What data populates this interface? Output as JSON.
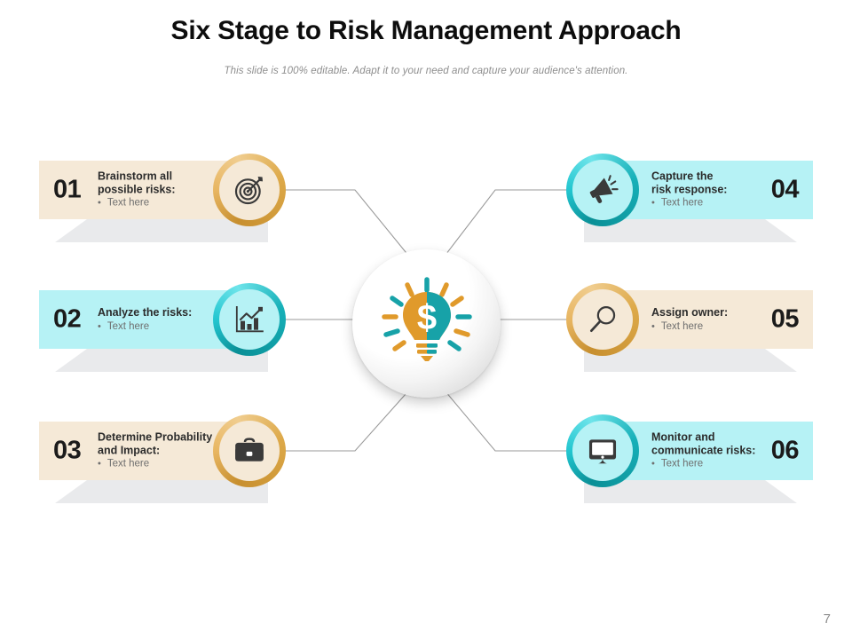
{
  "header": {
    "title": "Six Stage to Risk Management Approach",
    "subtitle": "This slide is 100% editable. Adapt it to your need and capture your audience's attention."
  },
  "center": {
    "icon": "lightbulb-dollar-idea-icon",
    "colors": {
      "bulb_left": "#E09A2B",
      "bulb_right": "#17A2A8"
    }
  },
  "colors": {
    "beige": "#F5E9D7",
    "cyan": "#B6F2F5",
    "gold_ring": "#DDA949",
    "teal_ring": "#17B0B8",
    "connector": "#9a9a9a",
    "text_dark": "#2B2B2B",
    "text_muted": "#6F6F6F"
  },
  "stages": [
    {
      "number": "01",
      "heading": "Brainstorm all\npossible risks:",
      "bullet": "Text here",
      "bullet_marker": "•",
      "icon": "target-dartboard-icon",
      "theme": "beige",
      "side": "left"
    },
    {
      "number": "02",
      "heading": "Analyze the risks:",
      "bullet": "Text here",
      "bullet_marker": "•",
      "icon": "bar-chart-growth-icon",
      "theme": "cyan",
      "side": "left"
    },
    {
      "number": "03",
      "heading": "Determine Probability\nand Impact:",
      "bullet": "Text here",
      "bullet_marker": "•",
      "icon": "briefcase-icon",
      "theme": "beige",
      "side": "left"
    },
    {
      "number": "04",
      "heading": "Capture the\nrisk response:",
      "bullet": "Text here",
      "bullet_marker": "•",
      "icon": "megaphone-icon",
      "theme": "cyan",
      "side": "right"
    },
    {
      "number": "05",
      "heading": "Assign owner:",
      "bullet": "Text here",
      "bullet_marker": "•",
      "icon": "magnifier-search-icon",
      "theme": "beige",
      "side": "right"
    },
    {
      "number": "06",
      "heading": "Monitor and\ncommunicate risks:",
      "bullet": "Text here",
      "bullet_marker": "•",
      "icon": "monitor-desktop-icon",
      "theme": "cyan",
      "side": "right"
    }
  ],
  "footer": {
    "page_number": "7"
  }
}
